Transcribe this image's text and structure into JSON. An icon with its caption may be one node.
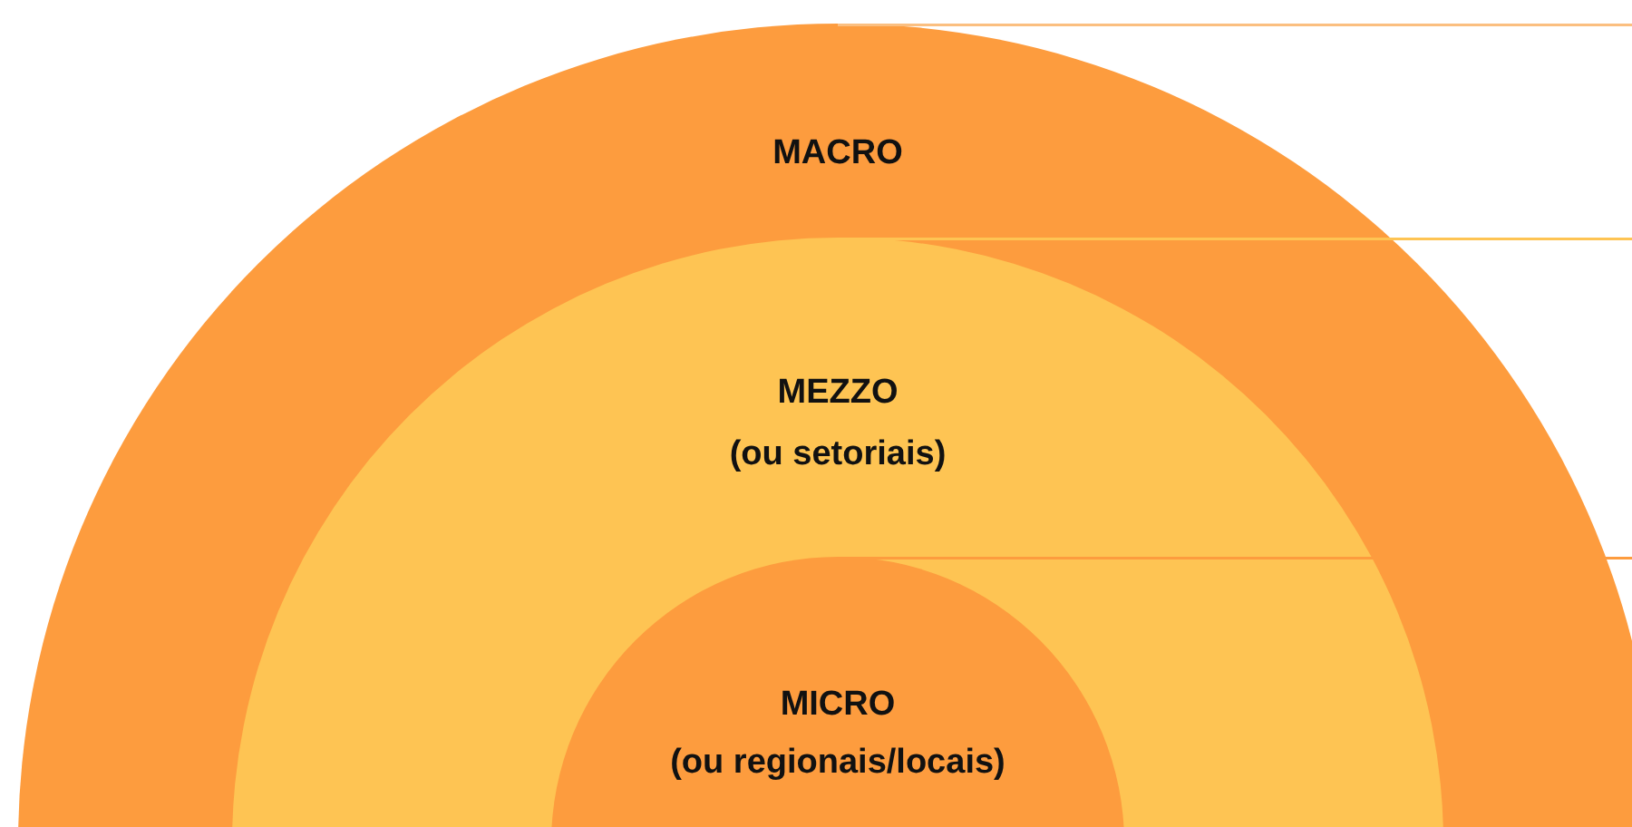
{
  "diagram": {
    "nodes": [
      {
        "text": [
          "MACRO"
        ]
      },
      {
        "text": [
          "MEZZO",
          "(ou setoriais)"
        ],
        "in": 0
      },
      {
        "text": [
          "MICRO",
          "(ou regionais/locais)"
        ],
        "in": 1
      }
    ],
    "edges": [
      {
        "from": 0,
        "to": null,
        "arrow": "none",
        "color": "#fbbf80"
      },
      {
        "from": 1,
        "to": null,
        "arrow": "none",
        "color": "#fec453"
      },
      {
        "from": 2,
        "to": null,
        "arrow": "none",
        "color": "#fd9c3e"
      }
    ]
  }
}
